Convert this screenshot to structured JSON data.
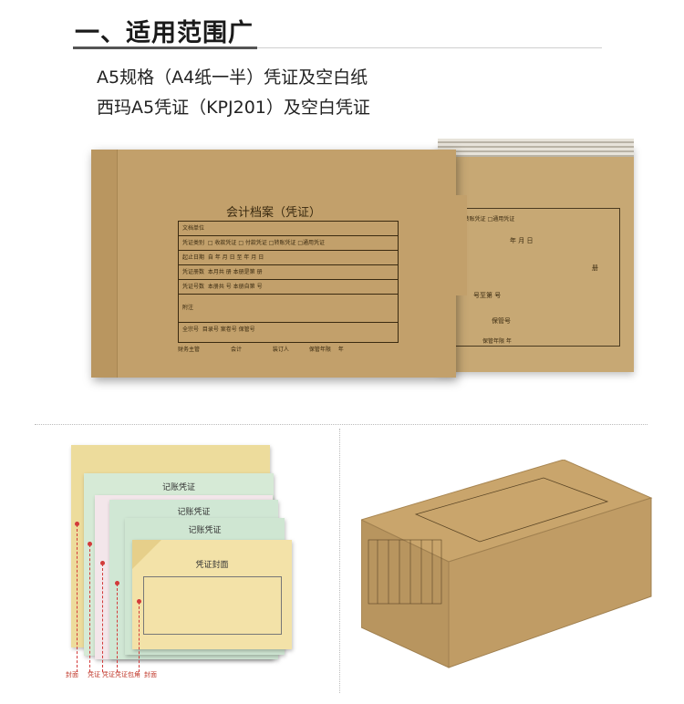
{
  "heading": {
    "title": "一、适用范围广"
  },
  "subtitle": {
    "line1": "A5规格（A4纸一半）凭证及空白纸",
    "line2": "西玛A5凭证（KPJ201）及空白凭证"
  },
  "main_box": {
    "form_title": "会计档案（凭证）",
    "rows": [
      "文档单位",
      "凭证类别",
      "起止日期",
      "凭证册数",
      "凭证号数",
      "附注",
      "全宗号"
    ],
    "row_values": [
      "",
      "□ 收款凭证 □ 付款凭证 □转账凭证 □通用凭证",
      "自  年  月  日  至  年  月  日",
      "本月共  册  本册是第  册",
      "本册共  号  本册自第  号",
      "",
      "目录号   案卷号   保管号"
    ],
    "footer": [
      "财务主管",
      "会计",
      "装订人",
      "保管年限",
      "年"
    ],
    "back_rows": [
      "□转账凭证 □通用凭证",
      "年  月  日",
      "册",
      "号至第  号",
      "保管号",
      "保管年限  年"
    ]
  },
  "vouchers": {
    "titles": [
      "记账凭证",
      "记账凭证",
      "记账凭证",
      "凭证封面"
    ],
    "labels": [
      "封面",
      "凭证",
      "凭证",
      "凭证包角",
      "封面"
    ]
  },
  "colors": {
    "kraft": "#c2a06b",
    "accent_red": "#d23a3a"
  }
}
